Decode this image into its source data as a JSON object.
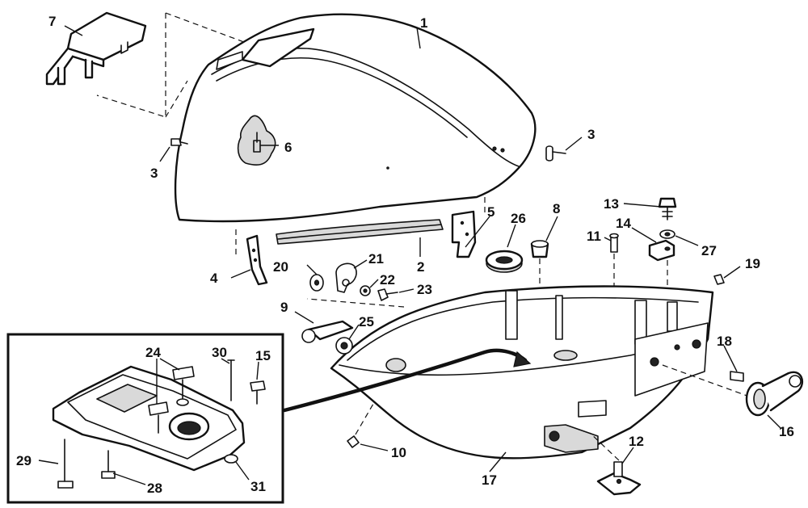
{
  "callouts": [
    {
      "id": "c1",
      "label": "1"
    },
    {
      "id": "c2",
      "label": "2"
    },
    {
      "id": "c3a",
      "label": "3"
    },
    {
      "id": "c3b",
      "label": "3"
    },
    {
      "id": "c4",
      "label": "4"
    },
    {
      "id": "c5",
      "label": "5"
    },
    {
      "id": "c6",
      "label": "6"
    },
    {
      "id": "c7",
      "label": "7"
    },
    {
      "id": "c8",
      "label": "8"
    },
    {
      "id": "c9",
      "label": "9"
    },
    {
      "id": "c10",
      "label": "10"
    },
    {
      "id": "c11",
      "label": "11"
    },
    {
      "id": "c12",
      "label": "12"
    },
    {
      "id": "c13",
      "label": "13"
    },
    {
      "id": "c14",
      "label": "14"
    },
    {
      "id": "c15",
      "label": "15"
    },
    {
      "id": "c16",
      "label": "16"
    },
    {
      "id": "c17",
      "label": "17"
    },
    {
      "id": "c18",
      "label": "18"
    },
    {
      "id": "c19",
      "label": "19"
    },
    {
      "id": "c20",
      "label": "20"
    },
    {
      "id": "c21",
      "label": "21"
    },
    {
      "id": "c22",
      "label": "22"
    },
    {
      "id": "c23",
      "label": "23"
    },
    {
      "id": "c24",
      "label": "24"
    },
    {
      "id": "c25",
      "label": "25"
    },
    {
      "id": "c26",
      "label": "26"
    },
    {
      "id": "c27",
      "label": "27"
    },
    {
      "id": "c28",
      "label": "28"
    },
    {
      "id": "c29",
      "label": "29"
    },
    {
      "id": "c30",
      "label": "30"
    },
    {
      "id": "c31",
      "label": "31"
    }
  ],
  "colors": {
    "ink": "#111111",
    "paper": "#ffffff",
    "shade": "#d9d9d9"
  }
}
